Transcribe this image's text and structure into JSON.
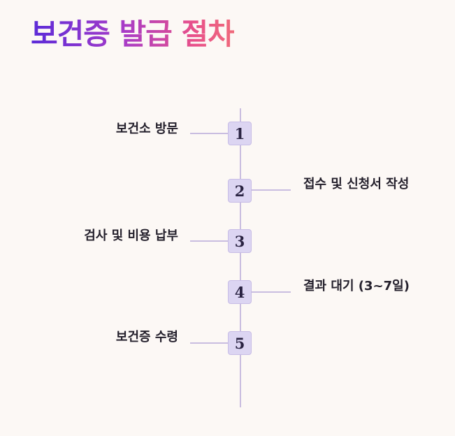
{
  "title": "보건증 발급 절차",
  "steps": [
    {
      "number": "1",
      "label": "보건소 방문",
      "side": "left"
    },
    {
      "number": "2",
      "label": "접수 및 신청서 작성",
      "side": "right"
    },
    {
      "number": "3",
      "label": "검사 및 비용 납부",
      "side": "left"
    },
    {
      "number": "4",
      "label": "결과 대기 (3~7일)",
      "side": "right"
    },
    {
      "number": "5",
      "label": "보건증 수령",
      "side": "left"
    }
  ],
  "colors": {
    "background": "#fcf8f5",
    "title_gradient_start": "#5b2bd8",
    "title_gradient_end": "#ef6a7b",
    "line": "#c9bde0",
    "step_box": "#dcd5f2"
  }
}
